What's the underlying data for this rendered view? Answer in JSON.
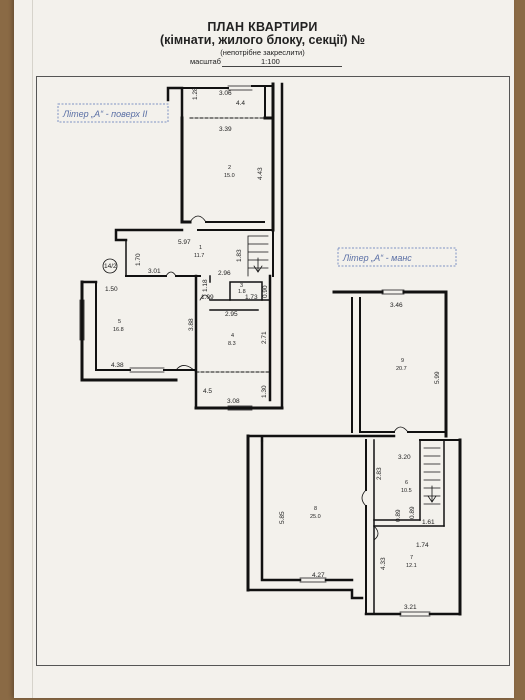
{
  "header": {
    "title": "ПЛАН КВАРТИРИ",
    "subtitle": "(кімнати, жилого блоку, секції) №",
    "note": "(непотрібне закреслити)",
    "scale_label": "масштаб",
    "scale_value": "1:100"
  },
  "stamps": {
    "upper": "Літер „А“ - поверх ІІ",
    "lower": "Літер „А“ - манс"
  },
  "wall_mark": "14/2",
  "upper_floor": {
    "dims": [
      "3.06",
      "1.28",
      "4.4",
      "3.39",
      "4.43",
      "5.97",
      "1.83",
      "1.70",
      "3.01",
      "2.96",
      "1.50",
      "1.18",
      "1.09",
      "1.73",
      "0.90",
      "2.95",
      "3.88",
      "2.71",
      "4.38",
      "1.30",
      "4.5",
      "3.08"
    ],
    "rooms": [
      {
        "num": "1",
        "area": "11.7"
      },
      {
        "num": "2",
        "area": "15.0"
      },
      {
        "num": "3",
        "area": "1.8"
      },
      {
        "num": "4",
        "area": "8.3"
      },
      {
        "num": "5",
        "area": "16.8"
      }
    ]
  },
  "attic_floor": {
    "dims": [
      "3.46",
      "5.99",
      "3.20",
      "2.83",
      "5.85",
      "0.89",
      "0.89",
      "1.61",
      "1.74",
      "4.33",
      "4.27",
      "3.21"
    ],
    "rooms": [
      {
        "num": "6",
        "area": "10.5"
      },
      {
        "num": "7",
        "area": "12.1"
      },
      {
        "num": "8",
        "area": "25.0"
      },
      {
        "num": "9",
        "area": "20.7"
      }
    ]
  }
}
